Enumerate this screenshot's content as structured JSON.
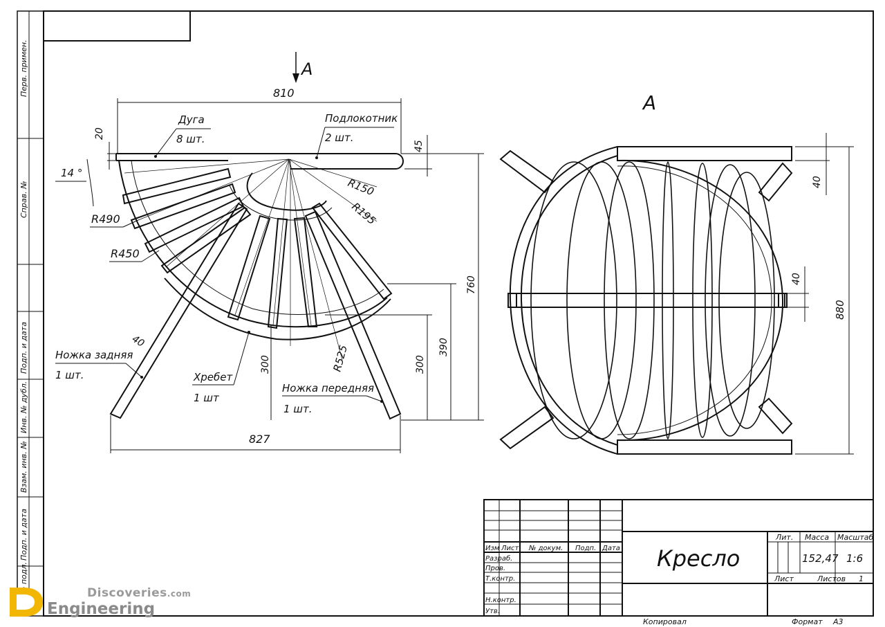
{
  "drawing": {
    "section_label": "A",
    "view_label": "A",
    "dims": {
      "width_top": "810",
      "width_bottom": "827",
      "d20": "20",
      "d45": "45",
      "angle": "14 °",
      "r490": "R490",
      "r450": "R450",
      "r150": "R150",
      "r195": "R195",
      "r525": "R525",
      "d40": "40",
      "d300a": "300",
      "d300b": "300",
      "d390": "390",
      "d760": "760",
      "d40b": "40",
      "d40c": "40",
      "d880": "880"
    },
    "parts": {
      "arc": "Дуга",
      "arc_qty": "8 шт.",
      "armrest": "Подлокотник",
      "armrest_qty": "2 шт.",
      "back_leg": "Ножка задняя",
      "back_leg_qty": "1 шт.",
      "spine": "Хребет",
      "spine_qty": "1 шт",
      "front_leg": "Ножка передняя",
      "front_leg_qty": "1 шт."
    }
  },
  "side_stamp": [
    "Перв. примен.",
    "Справ. №",
    "Подп. и дата",
    "Инв. № дубл.",
    "Взам. инв. №",
    "Подп. и дата",
    "Инв. № подл."
  ],
  "title_block": {
    "cols": [
      "Изм",
      "Лист",
      "№ докум.",
      "Подп.",
      "Дата"
    ],
    "rows": [
      "Разраб.",
      "Пров.",
      "Т.контр.",
      "Н.контр.",
      "Утв."
    ],
    "title": "Кресло",
    "lit": "Лит.",
    "mass": "Масса",
    "scale": "Масштаб",
    "mass_val": "152,47",
    "scale_val": "1:6",
    "sheet": "Лист",
    "sheets": "Листов",
    "sheets_val": "1",
    "copied": "Копировал",
    "format": "Формат",
    "format_val": "A3"
  },
  "watermark": {
    "line1": "Discoveries",
    "line1b": ".com",
    "line2": "Engineering"
  }
}
